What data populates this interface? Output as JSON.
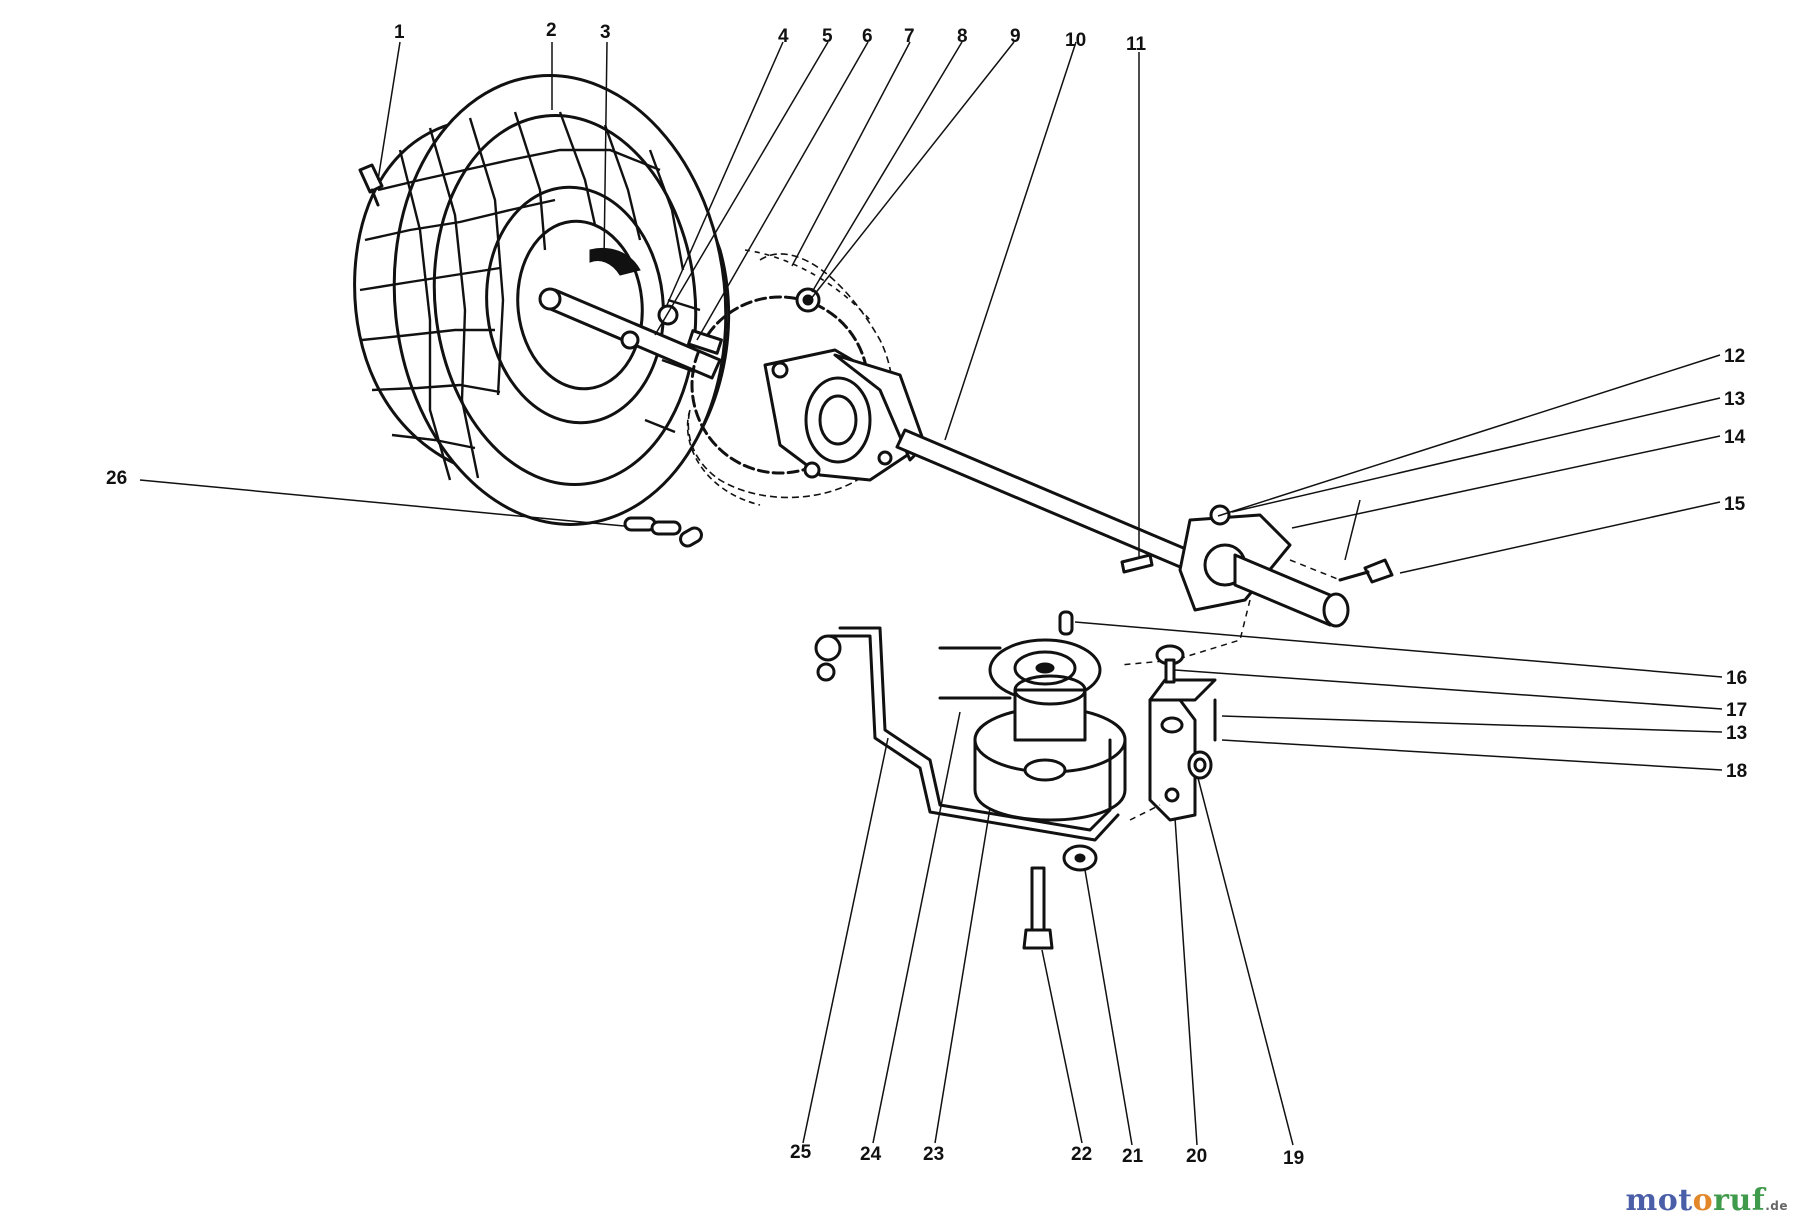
{
  "diagram": {
    "callouts": [
      "1",
      "2",
      "3",
      "4",
      "5",
      "6",
      "7",
      "8",
      "9",
      "10",
      "11",
      "12",
      "13",
      "14",
      "15",
      "16",
      "17",
      "13",
      "18",
      "19",
      "20",
      "21",
      "22",
      "23",
      "24",
      "25",
      "26"
    ]
  },
  "watermark": {
    "part1": "mot",
    "part2": "o",
    "part3": "ruf",
    "suffix": ".de"
  },
  "colors": {
    "ink": "#111111",
    "background": "#ffffff",
    "watermark_blue": "#4a5fa8",
    "watermark_orange": "#e2872a",
    "watermark_green": "#3f9a4b"
  }
}
